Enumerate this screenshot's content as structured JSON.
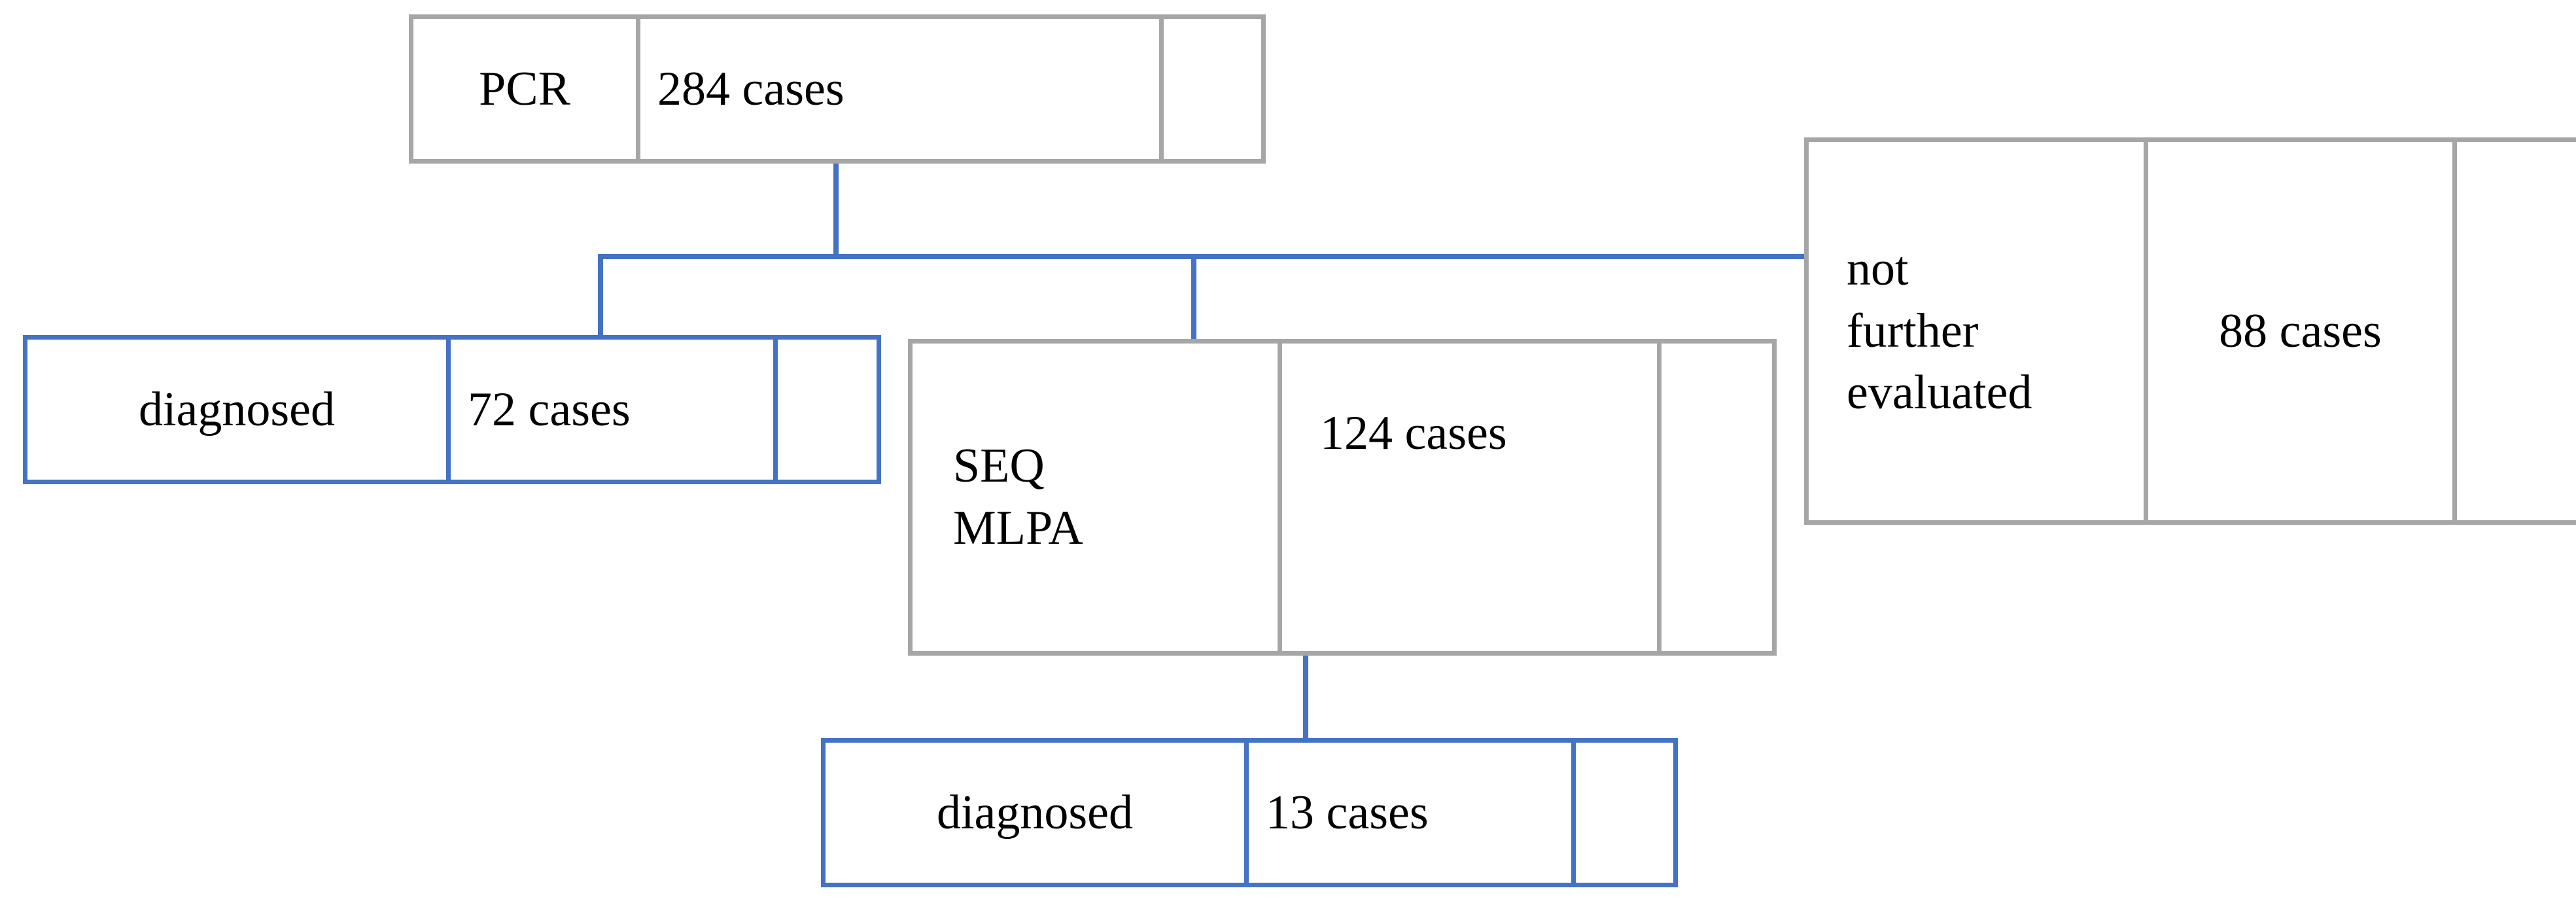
{
  "diagram": {
    "type": "flowchart",
    "title": "",
    "colors": {
      "gray_border": "#a6a6a6",
      "blue_border": "#4472c4",
      "connector": "#4472c4",
      "text": "#000000",
      "background": "#ffffff"
    },
    "nodes": [
      {
        "id": "pcr",
        "border": "gray",
        "label": "PCR",
        "count": "284 cases",
        "spacer": ""
      },
      {
        "id": "diagnosed-pcr",
        "border": "blue",
        "label": "diagnosed",
        "count": "72 cases",
        "spacer": ""
      },
      {
        "id": "seq-mlpa",
        "border": "gray",
        "label": "SEQ\nMLPA",
        "count": "124 cases",
        "spacer": ""
      },
      {
        "id": "not-further-evaluated",
        "border": "gray",
        "label": "not\nfurther\nevaluated",
        "count": "88 cases",
        "spacer": ""
      },
      {
        "id": "diagnosed-seq",
        "border": "blue",
        "label": "diagnosed",
        "count": "13 cases",
        "spacer": ""
      }
    ],
    "edges": [
      {
        "from": "pcr",
        "to": "diagnosed-pcr"
      },
      {
        "from": "pcr",
        "to": "seq-mlpa"
      },
      {
        "from": "pcr",
        "to": "not-further-evaluated"
      },
      {
        "from": "seq-mlpa",
        "to": "diagnosed-seq"
      }
    ]
  }
}
